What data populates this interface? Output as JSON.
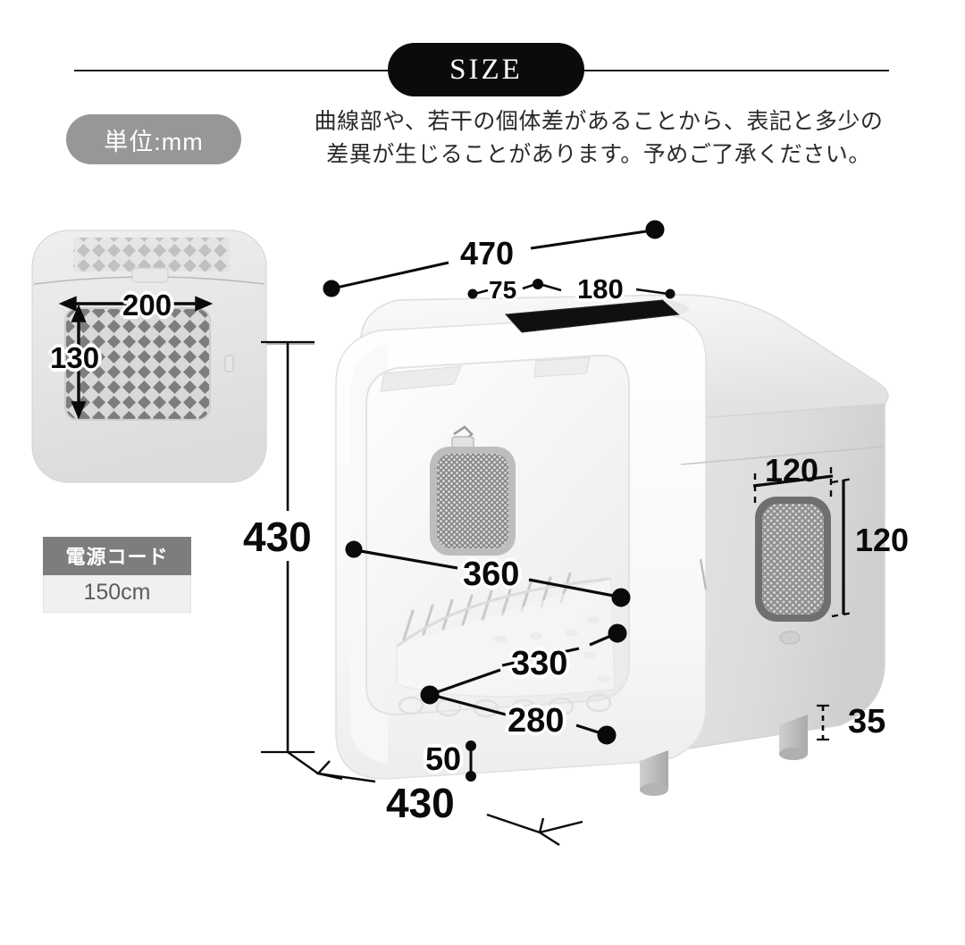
{
  "header": {
    "badge_label": "SIZE",
    "unit_badge": "単位:mm",
    "disclaimer_line1": "曲線部や、若干の個体差があることから、表記と多少の",
    "disclaimer_line2": "差異が生じることがあります。予めご了承ください。"
  },
  "cord": {
    "title": "電源コード",
    "length": "150cm"
  },
  "inset": {
    "width_label": "200",
    "height_label": "130"
  },
  "dimensions": {
    "overall_width": "470",
    "top_slot_left": "75",
    "top_slot_width": "180",
    "overall_height": "430",
    "interior_upper": "360",
    "interior_middle": "330",
    "interior_lower": "280",
    "base_gap": "50",
    "overall_depth": "430",
    "side_vent_width": "120",
    "side_vent_height": "120",
    "foot_height": "35"
  },
  "colors": {
    "badge_bg": "#0b0b0b",
    "unit_badge_bg": "#979797",
    "cord_header_bg": "#7d7d7d",
    "cord_body_bg": "#f0f0f0",
    "dim_text": "#0a0a0a",
    "body_light": "#f2f2f2",
    "body_shade": "#d9d9d9",
    "vent_gray": "#6f6f6f"
  }
}
